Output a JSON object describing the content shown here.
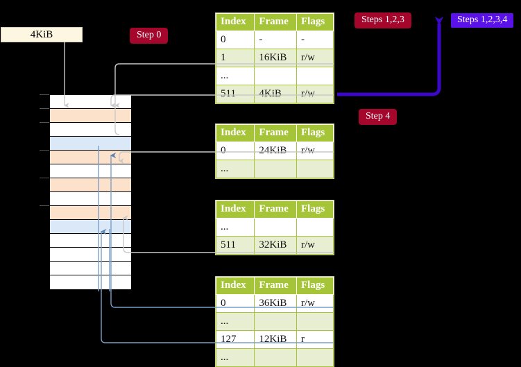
{
  "labels": {
    "step0": "Step 0",
    "steps123": "Steps 1,2,3",
    "steps1234": "Steps 1,2,3,4",
    "step4": "Step 4",
    "page_size": "4KiB"
  },
  "colors": {
    "badge_red": "#a4062c",
    "badge_purple": "#5a12e8",
    "table_header": "#a6c438",
    "table_shade": "#e8eed2",
    "highlight": "#fbfaa0",
    "mem_orange": "#fde2cb",
    "mem_blue": "#dbe8f7",
    "box_cream": "#fdf6e0",
    "arrow_gray": "#c9c9c9",
    "arrow_blue": "#5b83b5"
  },
  "columns": [
    "Index",
    "Frame",
    "Flags"
  ],
  "tables": [
    {
      "id": "pml4",
      "rows": [
        {
          "index": "0",
          "frame": "-",
          "flags": "-",
          "shade": false,
          "highlight": false
        },
        {
          "index": "1",
          "frame": "16KiB",
          "flags": "r/w",
          "shade": true,
          "highlight": false
        },
        {
          "index": "...",
          "frame": "",
          "flags": "",
          "shade": false,
          "highlight": false
        },
        {
          "index": "511",
          "frame": "4KiB",
          "flags": "r/w",
          "shade": true,
          "highlight": true
        }
      ]
    },
    {
      "id": "pdp",
      "rows": [
        {
          "index": "0",
          "frame": "24KiB",
          "flags": "r/w",
          "shade": false,
          "highlight": false
        },
        {
          "index": "...",
          "frame": "",
          "flags": "",
          "shade": true,
          "highlight": false
        }
      ]
    },
    {
      "id": "pd",
      "rows": [
        {
          "index": "...",
          "frame": "",
          "flags": "",
          "shade": false,
          "highlight": false
        },
        {
          "index": "511",
          "frame": "32KiB",
          "flags": "r/w",
          "shade": true,
          "highlight": false
        }
      ]
    },
    {
      "id": "pt",
      "rows": [
        {
          "index": "0",
          "frame": "36KiB",
          "flags": "r/w",
          "shade": false,
          "highlight": false
        },
        {
          "index": "...",
          "frame": "",
          "flags": "",
          "shade": true,
          "highlight": false
        },
        {
          "index": "127",
          "frame": "12KiB",
          "flags": "r",
          "shade": false,
          "highlight": false
        },
        {
          "index": "...",
          "frame": "",
          "flags": "",
          "shade": true,
          "highlight": false
        }
      ]
    }
  ],
  "memory_column": {
    "rows": [
      {
        "fill": "white"
      },
      {
        "fill": "orange"
      },
      {
        "fill": "white"
      },
      {
        "fill": "blue"
      },
      {
        "fill": "orange"
      },
      {
        "fill": "white"
      },
      {
        "fill": "orange"
      },
      {
        "fill": "white"
      },
      {
        "fill": "orange"
      },
      {
        "fill": "blue"
      },
      {
        "fill": "white"
      },
      {
        "fill": "white"
      },
      {
        "fill": "white"
      },
      {
        "fill": "white"
      }
    ],
    "ticks": [
      0,
      1,
      2,
      4,
      6,
      8
    ]
  }
}
